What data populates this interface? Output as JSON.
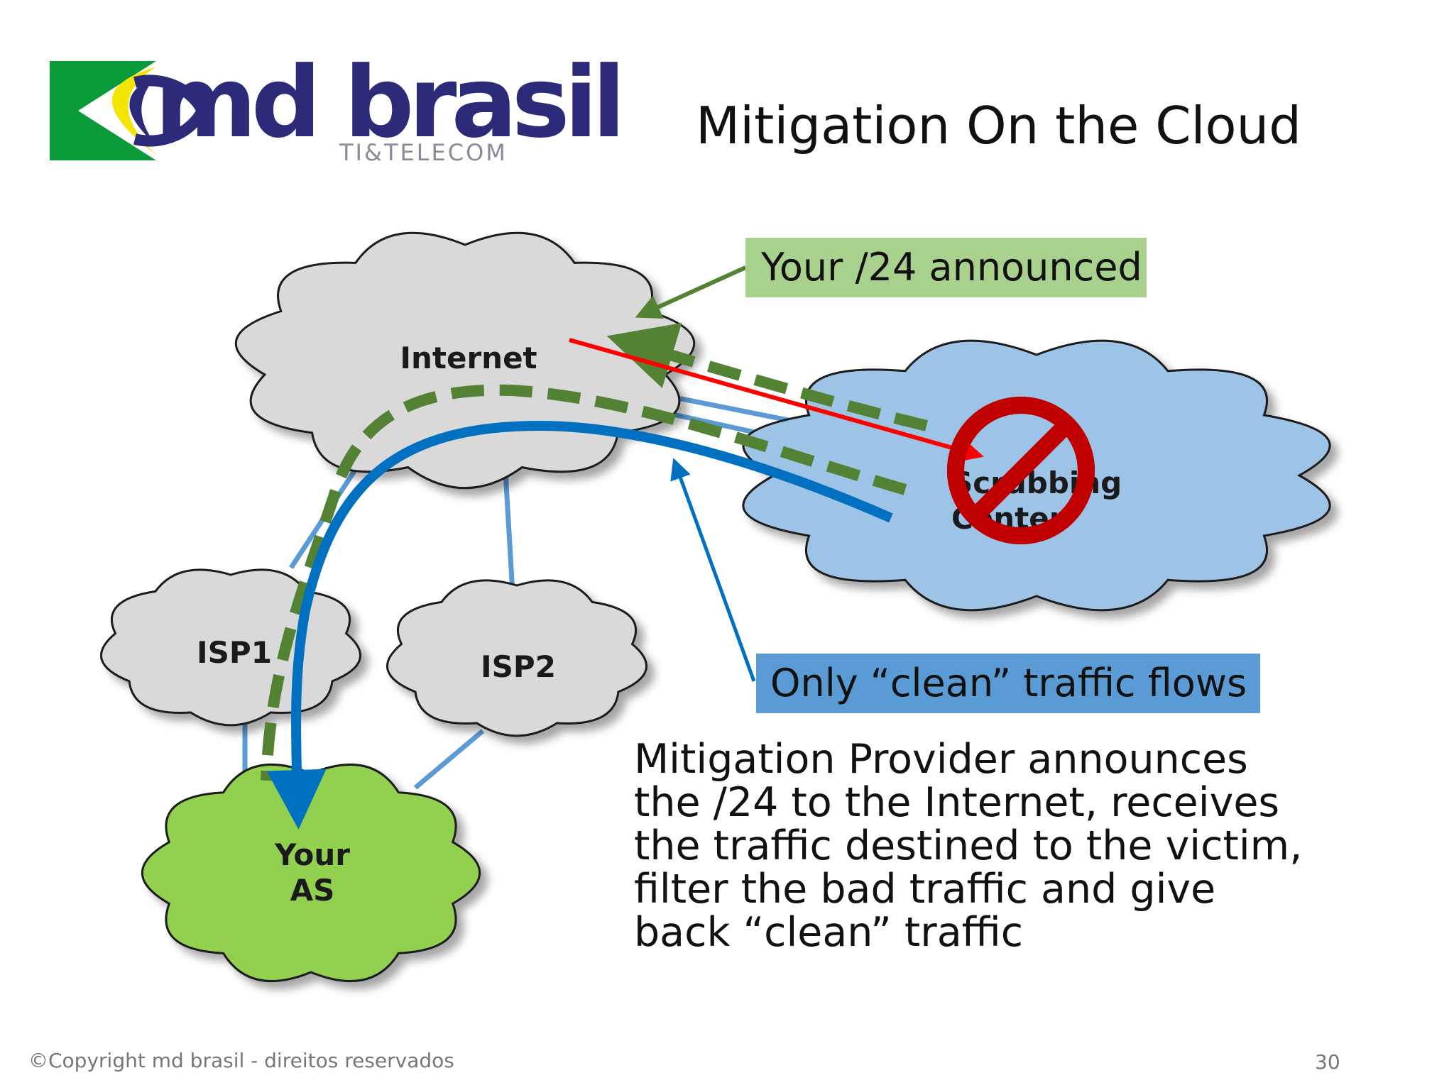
{
  "title": "Mitigation On the Cloud",
  "logo": {
    "brand": "md brasil",
    "sub": "TI&TELECOM"
  },
  "clouds": {
    "internet": "Internet",
    "isp1": "ISP1",
    "isp2": "ISP2",
    "your_as": [
      "Your",
      "AS"
    ],
    "scrubbing": [
      "Scrubbing",
      "Center"
    ]
  },
  "callouts": {
    "announced": "Your /24 announced",
    "clean": "Only “clean” traffic flows"
  },
  "description": [
    "Mitigation Provider announces",
    "the /24 to the Internet, receives",
    "the traffic destined to the victim,",
    "filter the bad traffic and give",
    "back “clean” traffic"
  ],
  "footer": {
    "copyright": "©Copyright md brasil - direitos reservados",
    "page": "30"
  },
  "colors": {
    "green_arrow": "#548235",
    "blue_arrow": "#0070c0",
    "link": "#5b9bd5",
    "red_arrow": "#ff0000",
    "prohibit": "#c00000"
  }
}
